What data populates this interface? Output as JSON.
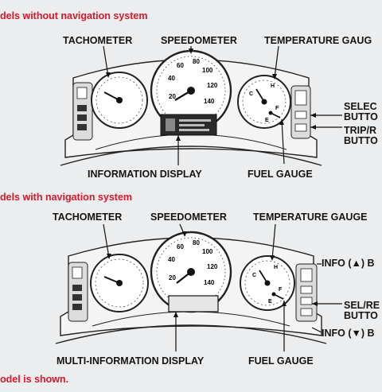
{
  "section_top": {
    "header": "dels without navigation system",
    "labels": {
      "tachometer": "TACHOMETER",
      "speedometer": "SPEEDOMETER",
      "temperature_gauge": "TEMPERATURE GAUG",
      "select_button_1": "SELEC",
      "select_button_2": "BUTTO",
      "trip_button_1": "TRIP/R",
      "trip_button_2": "BUTTO",
      "information_display": "INFORMATION DISPLAY",
      "fuel_gauge": "FUEL GAUGE"
    }
  },
  "section_bottom": {
    "header": "dels with navigation system",
    "labels": {
      "tachometer": "TACHOMETER",
      "speedometer": "SPEEDOMETER",
      "temperature_gauge": "TEMPERATURE GAUGE",
      "info_up": "INFO (▲) B",
      "sel_reset_1": "SEL/RE",
      "sel_reset_2": "BUTTO",
      "info_down": "INFO (▼) B",
      "multi_information_display": "MULTI-INFORMATION DISPLAY",
      "fuel_gauge": "FUEL GAUGE"
    }
  },
  "footer_note": "odel is shown.",
  "gauge_text": {
    "speed_ticks": [
      "20",
      "40",
      "60",
      "80",
      "100",
      "120",
      "140"
    ],
    "fuel_f": "F",
    "fuel_e": "E",
    "temp_h": "H",
    "temp_c": "C"
  },
  "colors": {
    "header_red": "#d9182b",
    "background": "#ecedee"
  }
}
